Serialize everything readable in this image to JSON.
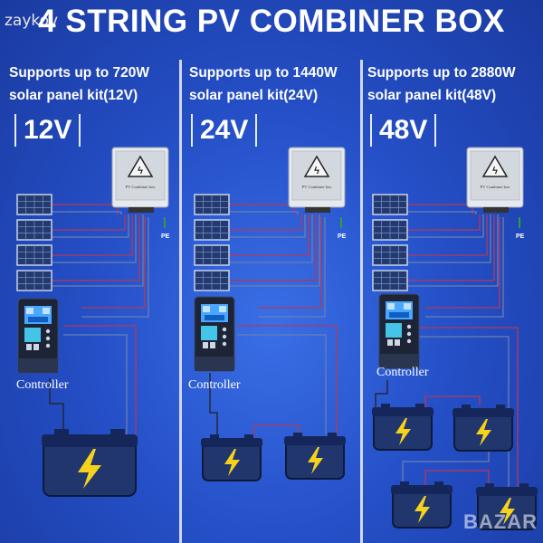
{
  "title": "4 STRING PV COMBINER BOX",
  "watermark_top": "zaykov",
  "watermark_bottom": "BAZAR",
  "controller_label": "Controller",
  "pe_label": "PE",
  "combiner_label": "PV Combiner box",
  "columns": [
    {
      "line1": "Supports up to 720W",
      "line2": "solar panel kit(12V)",
      "voltage": "12V"
    },
    {
      "line1": "Supports up to 1440W",
      "line2": "solar panel kit(24V)",
      "voltage": "24V"
    },
    {
      "line1": "Supports up to 2880W",
      "line2": "solar panel kit(48V)",
      "voltage": "48V"
    }
  ],
  "colors": {
    "background": "#2550c8",
    "positive_wire": "#b33a5a",
    "negative_wire": "#6a7fb0",
    "ground_wire": "#2e9e3e",
    "bolt": "#f6d21c"
  }
}
